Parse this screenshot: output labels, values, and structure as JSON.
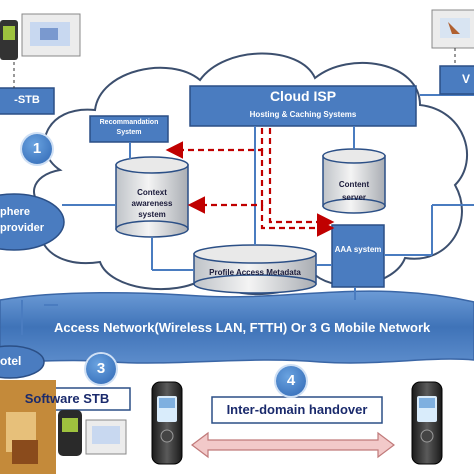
{
  "cloud_isp": {
    "title": "Cloud ISP",
    "subtitle": "Hosting & Caching Systems"
  },
  "nodes": {
    "recommendation": "Recommandation System",
    "context_awareness": "Context awareness system",
    "content_server": "Content server",
    "aaa": "AAA system",
    "profile_access": "Profile Access Metadata",
    "stb_left": "-STB",
    "sphere_provider_line1": "phere",
    "sphere_provider_line2": "provider",
    "hotel": "otel",
    "software_stb": "Software STB",
    "right_partial": "V"
  },
  "access_network": "Access Network(Wireless LAN, FTTH) Or 3 G Mobile Network",
  "handover": "Inter-domain handover",
  "badges": {
    "b1": "1",
    "b3": "3",
    "b4": "4"
  },
  "colors": {
    "box_fill": "#4a7cc0",
    "box_stroke": "#2b4f86",
    "dashed_arrow": "#c00000",
    "handover_arrow": "#e8aaaa",
    "cloud_fill": "#ffffff",
    "network_fill": "#4a7cc0"
  }
}
